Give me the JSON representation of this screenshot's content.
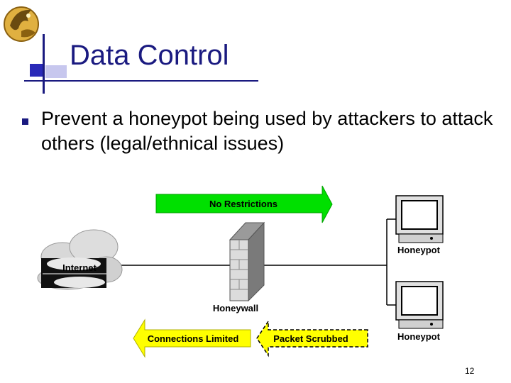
{
  "slide": {
    "title": "Data Control",
    "bullet": "Prevent a honeypot being used by attackers to attack others (legal/ethnical issues)",
    "page_number": "12"
  },
  "diagram": {
    "no_restrictions": "No Restrictions",
    "internet": "Internet",
    "honeywall": "Honeywall",
    "honeypot_top": "Honeypot",
    "honeypot_bottom": "Honeypot",
    "connections_limited": "Connections Limited",
    "packet_scrubbed": "Packet Scrubbed"
  },
  "colors": {
    "title": "#1a1a80",
    "green_arrow": "#00e000",
    "yellow_arrow": "#ffff00"
  }
}
